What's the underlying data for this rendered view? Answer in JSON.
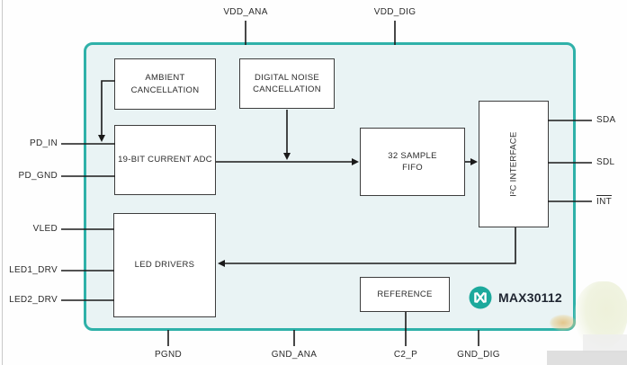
{
  "diagram": {
    "blocks": {
      "ambient": {
        "line1": "AMBIENT",
        "line2": "CANCELLATION"
      },
      "noise": {
        "line1": "DIGITAL NOISE",
        "line2": "CANCELLATION"
      },
      "adc": {
        "label": "19-BIT CURRENT ADC"
      },
      "fifo": {
        "line1": "32 SAMPLE",
        "line2": "FIFO"
      },
      "i2c": {
        "label": "I²C INTERFACE"
      },
      "led": {
        "label": "LED DRIVERS"
      },
      "reference": {
        "label": "REFERENCE"
      }
    },
    "pins": {
      "vdd_ana": "VDD_ANA",
      "vdd_dig": "VDD_DIG",
      "pd_in": "PD_IN",
      "pd_gnd": "PD_GND",
      "vled": "VLED",
      "led1_drv": "LED1_DRV",
      "led2_drv": "LED2_DRV",
      "sda": "SDA",
      "sdl": "SDL",
      "int": "INT",
      "pgnd": "PGND",
      "gnd_ana": "GND_ANA",
      "c2_p": "C2_P",
      "gnd_dig": "GND_DIG"
    },
    "logo": {
      "part_number": "MAX30112",
      "icon": "maxim-logo"
    },
    "colors": {
      "chip_border": "#2fb1a9",
      "chip_fill": "#e9f3f4",
      "block_border": "#3d3d3d",
      "text": "#2b2b2b",
      "logo_teal": "#1ba99c",
      "part_text": "#1e2430"
    }
  }
}
